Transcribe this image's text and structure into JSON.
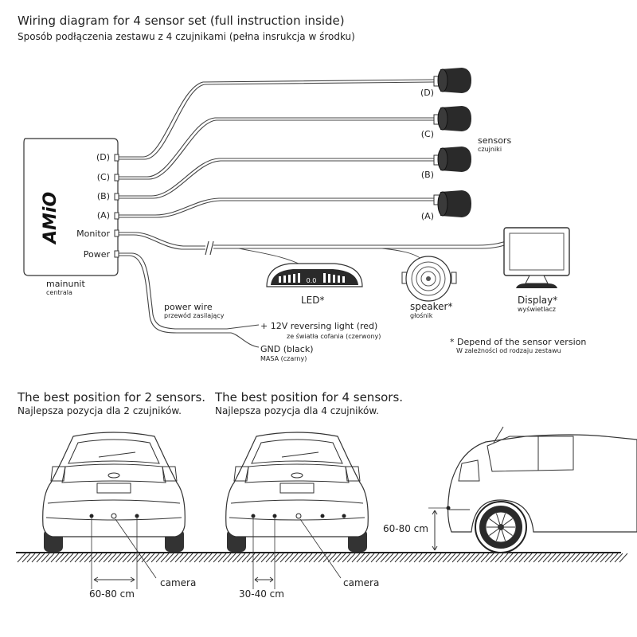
{
  "header": {
    "title": "Wiring diagram for 4 sensor set (full instruction inside)",
    "subtitle": "Sposób podłączenia zestawu z 4 czujnikami (pełna insrukcja w środku)"
  },
  "mainunit": {
    "brand_logo": "AMiO",
    "ports": [
      "(D)",
      "(C)",
      "(B)",
      "(A)",
      "Monitor",
      "Power"
    ],
    "label": "mainunit",
    "label_pl": "centrala"
  },
  "sensors": {
    "labels": [
      "(D)",
      "(C)",
      "(B)",
      "(A)"
    ],
    "label": "sensors",
    "label_pl": "czujniki"
  },
  "led": {
    "readout": "0.0",
    "label": "LED*"
  },
  "speaker": {
    "label": "speaker*",
    "label_pl": "głośnik"
  },
  "display": {
    "label": "Display*",
    "label_pl": "wyświetlacz"
  },
  "power_wire": {
    "label": "power wire",
    "label_pl": "przewód zasilający",
    "reversing": "+ 12V reversing light (red)",
    "reversing_pl": "ze światła cofania (czerwony)",
    "gnd": "GND (black)",
    "gnd_pl": "MASA (czarny)"
  },
  "note": {
    "text": "* Depend of the sensor version",
    "text_pl": "W zależności od rodzaju zestawu"
  },
  "position_2": {
    "title": "The best position for 2 sensors.",
    "title_pl": "Najlepsza pozycja dla 2 czujników.",
    "camera": "camera",
    "distance": "60-80 cm"
  },
  "position_4": {
    "title": "The best position for 4 sensors.",
    "title_pl": "Najlepsza pozycja dla 4 czujników.",
    "camera": "camera",
    "distance": "30-40 cm"
  },
  "side_view": {
    "height": "60-80 cm"
  },
  "colors": {
    "ink": "#222222",
    "sensor": "#2a2a2a",
    "background": "#ffffff"
  }
}
